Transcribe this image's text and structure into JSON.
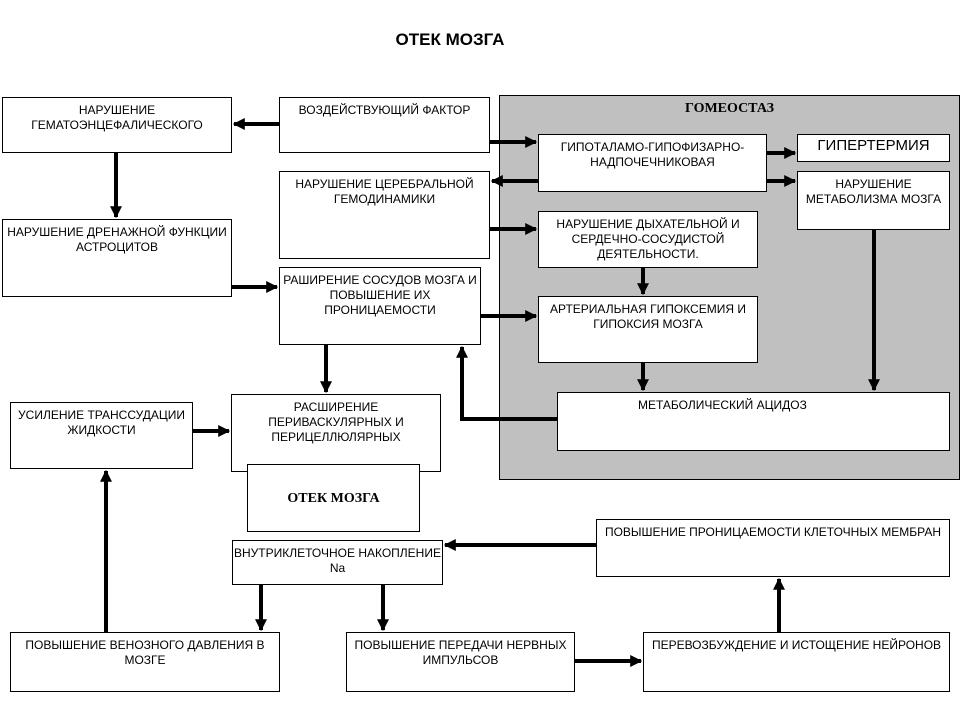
{
  "title": "ОТЕК МОЗГА",
  "homeostasis_label": "ГОМЕОСТАЗ",
  "boxes": {
    "bbb": "НАРУШЕНИЕ ГЕМАТОЭНЦЕФАЛИЧЕСКОГО",
    "factor": "ВОЗДЕЙСТВУЮЩИЙ ФАКТОР",
    "drainage": "НАРУШЕНИЕ ДРЕНАЖНОЙ ФУНКЦИИ АСТРОЦИТОВ",
    "hemodynamics": "НАРУШЕНИЕ ЦЕРЕБРАЛЬНОЙ ГЕМОДИНАМИКИ",
    "dilation": "РАШИРЕНИЕ СОСУДОВ МОЗГА И ПОВЫШЕНИЕ ИХ ПРОНИЦАЕМОСТИ",
    "hpa": "ГИПОТАЛАМО-ГИПОФИЗАРНО-НАДПОЧЕЧНИКОВАЯ",
    "hyperthermia": "ГИПЕРТЕРМИЯ",
    "metabolism": "НАРУШЕНИЕ МЕТАБОЛИЗМА МОЗГА",
    "respiratory": "НАРУШЕНИЕ ДЫХАТЕЛЬНОЙ И СЕРДЕЧНО-СОСУДИСТОЙ ДЕЯТЕЛЬНОСТИ.",
    "hypoxemia": "АРТЕРИАЛЬНАЯ ГИПОКСЕМИЯ И ГИПОКСИЯ МОЗГА",
    "acidosis": "МЕТАБОЛИЧЕСКИЙ АЦИДОЗ",
    "transudation": "УСИЛЕНИЕ ТРАНССУДАЦИИ ЖИДКОСТИ",
    "perivascular": "РАСШИРЕНИЕ ПЕРИВАСКУЛЯРНЫХ И ПЕРИЦЕЛЛЮЛЯРНЫХ",
    "edema": "ОТЕК МОЗГА",
    "sodium": "ВНУТРИКЛЕТОЧНОЕ НАКОПЛЕНИЕ  Na",
    "membrane": "ПОВЫШЕНИЕ ПРОНИЦАЕМОСТИ КЛЕТОЧНЫХ МЕМБРАН",
    "venous": "ПОВЫШЕНИЕ ВЕНОЗНОГО ДАВЛЕНИЯ В МОЗГЕ",
    "impulses": "ПОВЫШЕНИЕ ПЕРЕДАЧИ НЕРВНЫХ ИМПУЛЬСОВ",
    "neurons": "ПЕРЕВОЗБУЖДЕНИЕ И ИСТОЩЕНИЕ НЕЙРОНОВ"
  }
}
